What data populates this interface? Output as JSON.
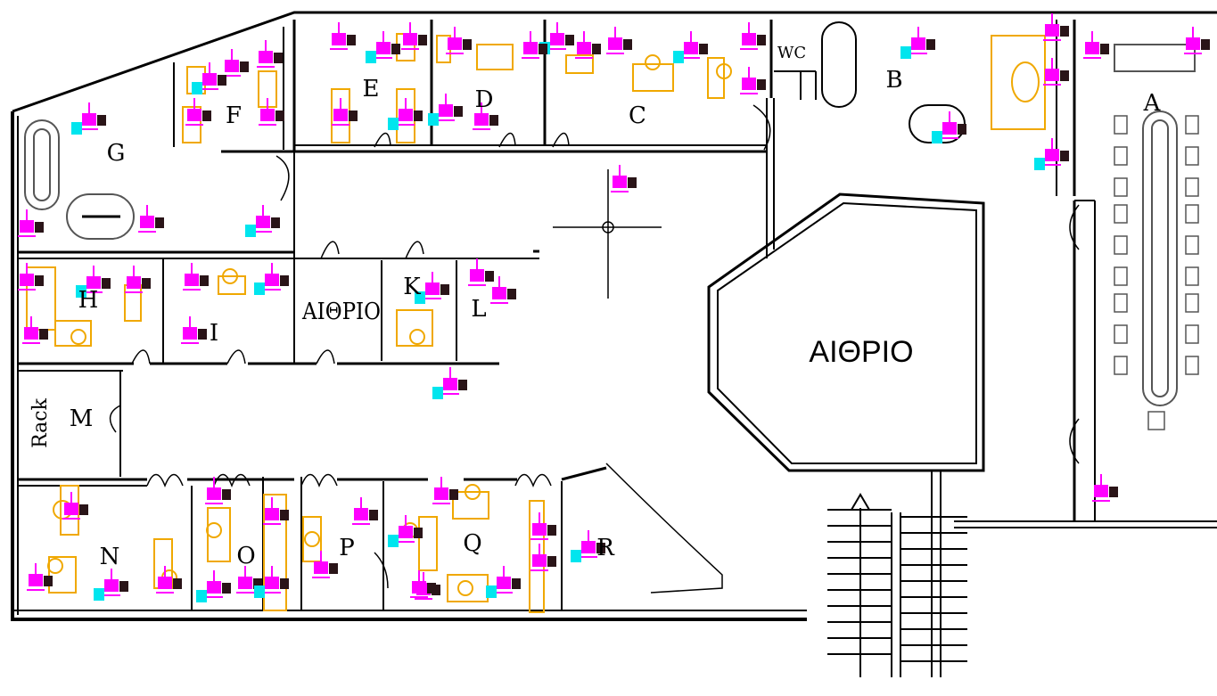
{
  "floor_plan": {
    "rooms": [
      {
        "id": "room-a",
        "label": "A"
      },
      {
        "id": "room-b",
        "label": "B"
      },
      {
        "id": "room-c",
        "label": "C"
      },
      {
        "id": "room-d",
        "label": "D"
      },
      {
        "id": "room-e",
        "label": "E"
      },
      {
        "id": "room-f",
        "label": "F"
      },
      {
        "id": "room-g",
        "label": "G"
      },
      {
        "id": "room-h",
        "label": "H"
      },
      {
        "id": "room-i",
        "label": "I"
      },
      {
        "id": "room-k",
        "label": "K"
      },
      {
        "id": "room-l",
        "label": "L"
      },
      {
        "id": "room-m",
        "label": "M"
      },
      {
        "id": "room-n",
        "label": "N"
      },
      {
        "id": "room-o",
        "label": "O"
      },
      {
        "id": "room-p",
        "label": "P"
      },
      {
        "id": "room-q",
        "label": "Q"
      },
      {
        "id": "room-r",
        "label": "R"
      }
    ],
    "atrium_small": "ΑΙΘΡΙΟ",
    "atrium_large": "ΑΙΘΡΙΟ",
    "wc": "WC",
    "rack": "Rack",
    "colors": {
      "walls": "#000000",
      "furniture": "#f0a800",
      "workstation": "#ff00ff",
      "device": "#00e5ee",
      "phone": "#2a1418",
      "fixtures": "#555555"
    }
  }
}
